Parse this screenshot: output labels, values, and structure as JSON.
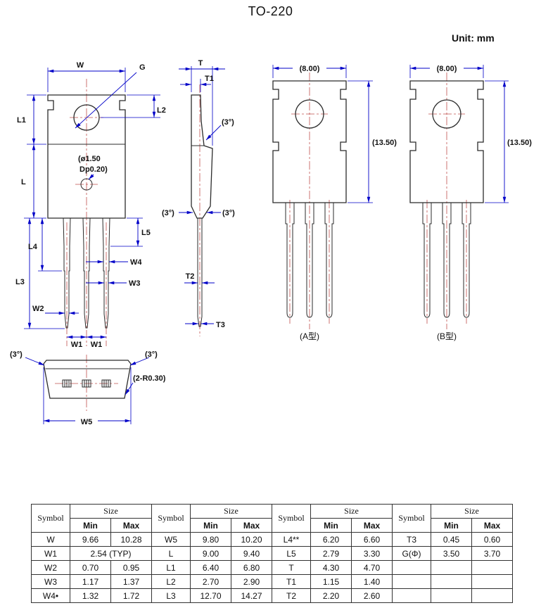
{
  "title": "TO-220",
  "unit_label": "Unit: mm",
  "colors": {
    "dimension": "#0000c8",
    "outline": "#2b2b2b",
    "centerline": "#c0504d"
  },
  "drawing": {
    "front_view": {
      "w": "W",
      "g": "G",
      "l1": "L1",
      "l2": "L2",
      "l": "L",
      "hole_note_line1": "(ø1.50",
      "hole_note_line2": "Dp0.20)",
      "l5": "L5",
      "l4": "L4",
      "w4": "W4",
      "w3": "W3",
      "l3": "L3",
      "w2": "W2",
      "w1_left": "W1",
      "w1_right": "W1"
    },
    "side_view": {
      "t": "T",
      "t1": "T1",
      "angle_front": "(3°)",
      "angle_bottom_left": "(3°)",
      "angle_bottom_right": "(3°)",
      "t2": "T2",
      "t3": "T3"
    },
    "type_a_view": {
      "width_dim": "(8.00)",
      "height_dim": "(13.50)",
      "caption": "(A型)"
    },
    "type_b_view": {
      "width_dim": "(8.00)",
      "height_dim": "(13.50)",
      "caption": "(B型)"
    },
    "bottom_view": {
      "angle_left": "(3°)",
      "angle_right": "(3°)",
      "corner_note": "(2-R0.30)",
      "w5": "W5"
    }
  },
  "table": {
    "headers": {
      "symbol": "Symbol",
      "size": "Size",
      "min": "Min",
      "max": "Max"
    },
    "rows": [
      [
        "W",
        "9.66",
        "10.28",
        "W5",
        "9.80",
        "10.20",
        "L4**",
        "6.20",
        "6.60",
        "T3",
        "0.45",
        "0.60"
      ],
      [
        "W1",
        "2.54 (TYP)",
        "",
        "L",
        "9.00",
        "9.40",
        "L5",
        "2.79",
        "3.30",
        "G(Φ)",
        "3.50",
        "3.70"
      ],
      [
        "W2",
        "0.70",
        "0.95",
        "L1",
        "6.40",
        "6.80",
        "T",
        "4.30",
        "4.70",
        "",
        "",
        ""
      ],
      [
        "W3",
        "1.17",
        "1.37",
        "L2",
        "2.70",
        "2.90",
        "T1",
        "1.15",
        "1.40",
        "",
        "",
        ""
      ],
      [
        "W4•",
        "1.32",
        "1.72",
        "L3",
        "12.70",
        "14.27",
        "T2",
        "2.20",
        "2.60",
        "",
        "",
        ""
      ]
    ]
  }
}
